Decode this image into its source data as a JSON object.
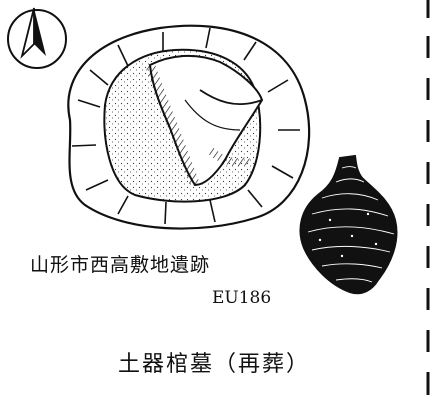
{
  "figure": {
    "site_name": "山形市西高敷地遺跡",
    "feature_code": "EU186",
    "caption": "土器棺墓（再葬）",
    "north_arrow_icon": "north-arrow-icon",
    "accent_color": "#111111"
  }
}
